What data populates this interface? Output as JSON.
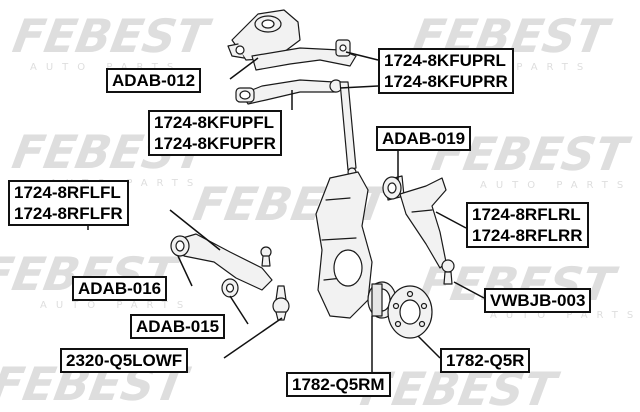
{
  "brand": {
    "watermark": "FEBEST",
    "watermark_sub": "AUTO PARTS"
  },
  "labels": {
    "adab_012": "ADAB-012",
    "upper_rear": [
      "1724-8KFUPRL",
      "1724-8KFUPRR"
    ],
    "upper_front": [
      "1724-8KFUPFL",
      "1724-8KFUPFR"
    ],
    "adab_019": "ADAB-019",
    "lower_front": [
      "1724-8RFLFL",
      "1724-8RFLFR"
    ],
    "lower_rear": [
      "1724-8RFLRL",
      "1724-8RFLRR"
    ],
    "adab_016": "ADAB-016",
    "adab_015": "ADAB-015",
    "ball_joint": "2320-Q5LOWF",
    "vwbjb": "VWBJB-003",
    "hub_right": "1782-Q5R",
    "hub_rm": "1782-Q5RM"
  },
  "colors": {
    "parts_stroke": "#1a1a1a",
    "parts_fill": "#f2f2f2",
    "watermark": "#d4d4d4",
    "label_border": "#111111"
  }
}
